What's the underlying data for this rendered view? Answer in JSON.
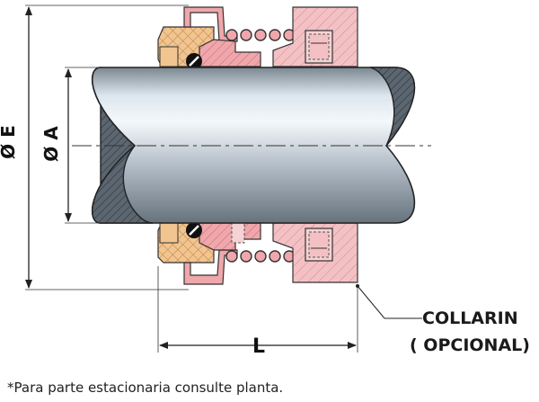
{
  "labels": {
    "diameter_e": "Ø E",
    "diameter_a": "Ø A",
    "length": "L",
    "collar_line1": "COLLARIN",
    "collar_line2": "( OPCIONAL)"
  },
  "footnote": "*Para parte estacionaria consulte planta.",
  "colors": {
    "seal_face": "#f2c48f",
    "seal_pink": "#efa7ac",
    "collar_pink": "#f2bcc0",
    "shaft_mid": "#bfcad6",
    "shaft_dark": "#5b6670",
    "outline": "#333333"
  }
}
